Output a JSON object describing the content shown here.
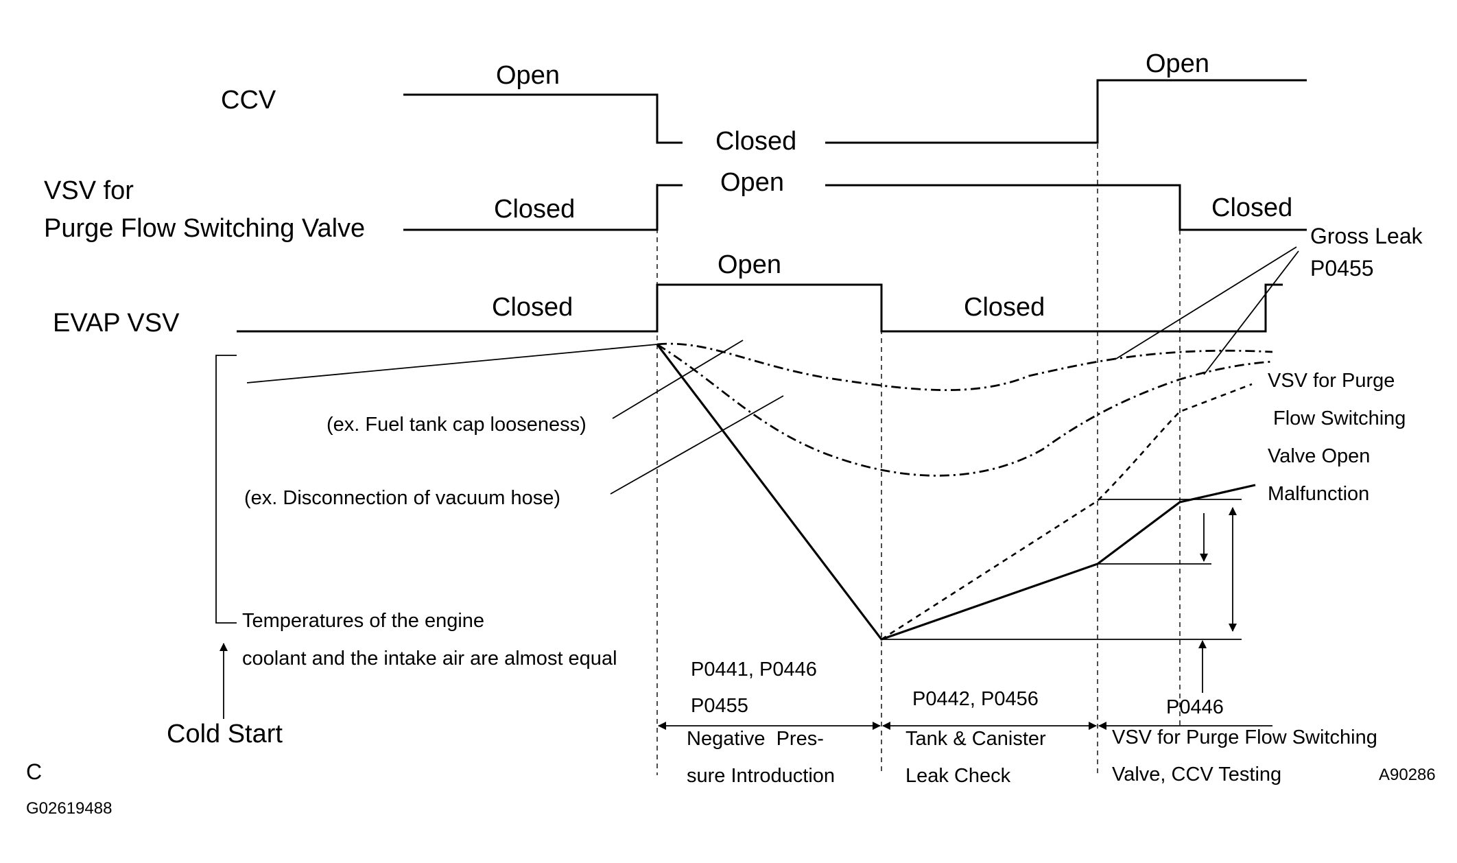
{
  "signals": {
    "ccv": {
      "name": "CCV",
      "open_1": "Open",
      "closed": "Closed",
      "open_2": "Open"
    },
    "vsv_purge": {
      "name_line1": "VSV for",
      "name_line2": "Purge Flow Switching Valve",
      "closed_1": "Closed",
      "open": "Open",
      "closed_2": "Closed"
    },
    "evap_vsv": {
      "name": "EVAP VSV",
      "closed_1": "Closed",
      "open": "Open",
      "closed_2": "Closed"
    }
  },
  "annotations": {
    "gross_leak_line1": "Gross Leak",
    "gross_leak_line2": "P0455",
    "fuel_cap": "(ex. Fuel tank cap looseness)",
    "vacuum_hose": "(ex. Disconnection of vacuum hose)",
    "vsv_malfunction": [
      "VSV for Purge",
      "Flow Switching",
      "Valve Open",
      "Malfunction"
    ],
    "temperature_line1": "Temperatures of the engine",
    "temperature_line2": "coolant and the intake air are almost equal",
    "cold_start": "Cold Start",
    "p0446_marker": "P0446"
  },
  "phases": {
    "neg_codes_1": "P0441, P0446",
    "neg_codes_2": "P0455",
    "neg_line1": "Negative  Pres-",
    "neg_line2": "sure Introduction",
    "leak_codes": "P0442, P0456",
    "leak_line1": "Tank & Canister",
    "leak_line2": "Leak Check",
    "vsv_line1": "VSV for Purge Flow Switching",
    "vsv_line2": "Valve, CCV Testing"
  },
  "footer": {
    "corner_letter": "C",
    "figure_id": "A90286",
    "image_id": "G02619488"
  }
}
